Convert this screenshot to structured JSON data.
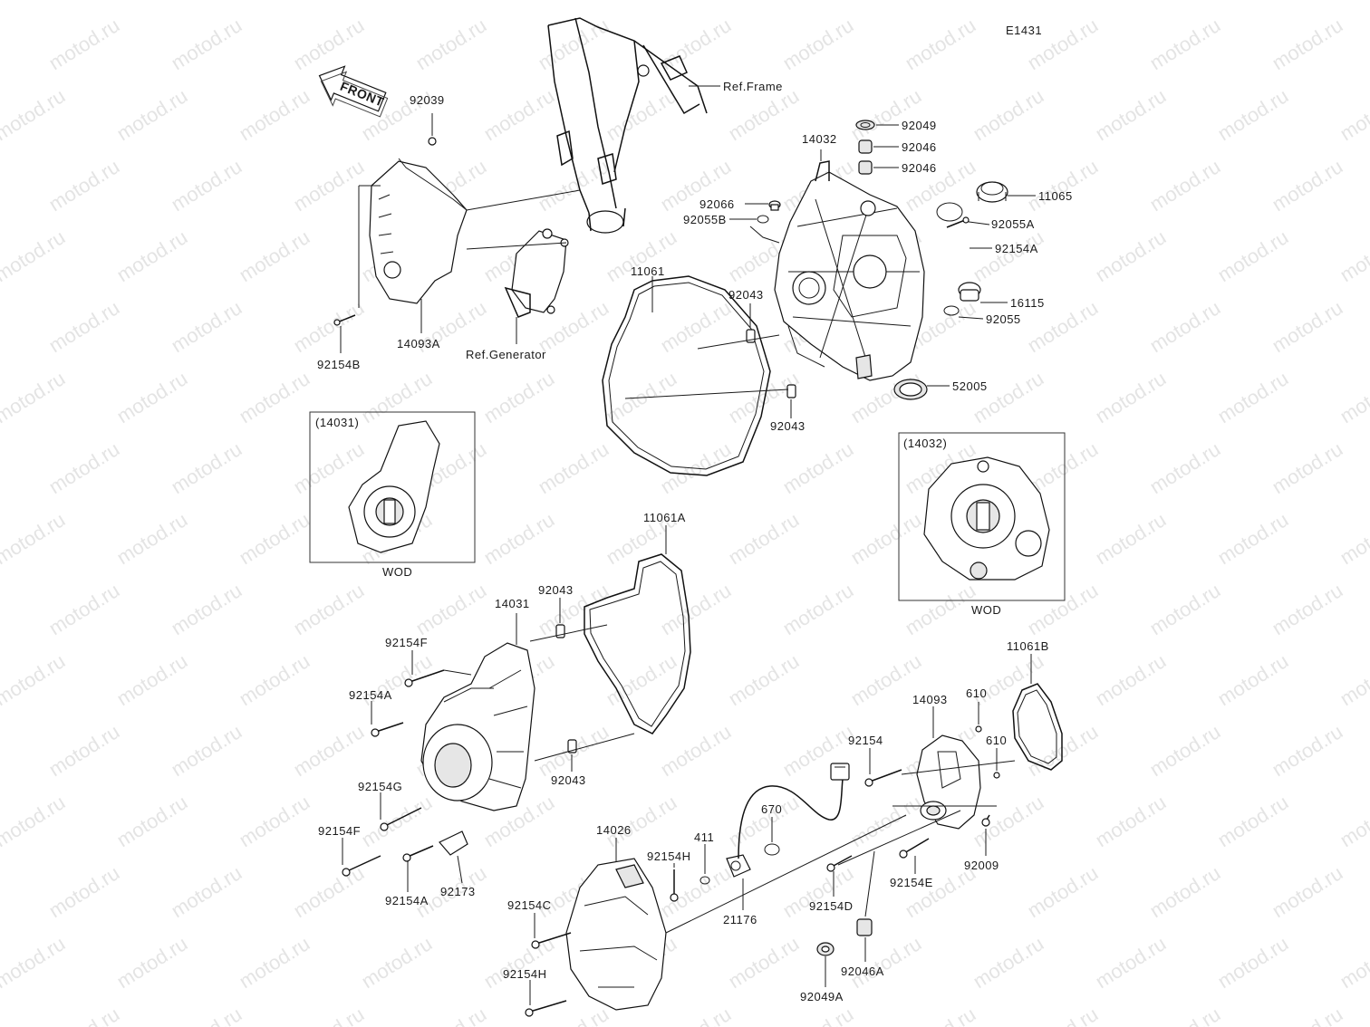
{
  "diagram": {
    "id": "E1431",
    "watermark": "motod.ru",
    "front_label": "FRONT",
    "refs": {
      "frame": "Ref.Frame",
      "generator": "Ref.Generator"
    },
    "insets": [
      {
        "part": "(14031)",
        "caption": "WOD"
      },
      {
        "part": "(14032)",
        "caption": "WOD"
      }
    ],
    "labels": [
      "92039",
      "92154B",
      "14093A",
      "14032",
      "92049",
      "92046",
      "92046",
      "11065",
      "92066",
      "92055B",
      "92055A",
      "92154A",
      "11061",
      "92043",
      "16115",
      "92055",
      "52005",
      "92043",
      "11061A",
      "92043",
      "14031",
      "92154F",
      "92154A",
      "92043",
      "92154G",
      "92154F",
      "92154A",
      "92173",
      "14026",
      "92154C",
      "92154H",
      "92154H",
      "411",
      "21176",
      "670",
      "14093",
      "610",
      "610",
      "11061B",
      "92154",
      "92009",
      "92154E",
      "92154D",
      "92046A",
      "92049A"
    ]
  }
}
